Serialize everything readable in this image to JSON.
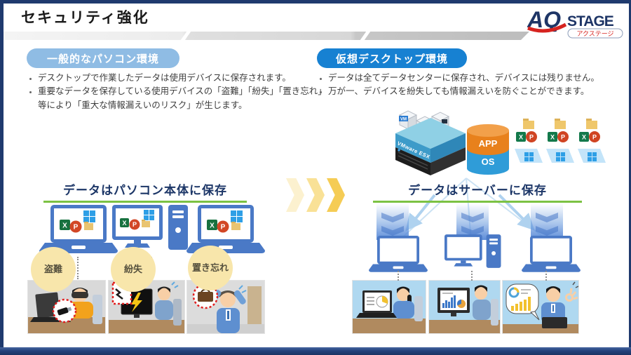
{
  "slide": {
    "title": "セキュリティ強化"
  },
  "logo": {
    "aq": "AQ",
    "stage": "STAGE",
    "subtitle": "アクステージ"
  },
  "left": {
    "badge": "一般的なパソコン環境",
    "bullets": [
      "デスクトップで作業したデータは使用デバイスに保存されます。",
      "重要なデータを保存している使用デバイスの「盗難」「紛失」「置き忘れ」等により「重大な情報漏えいのリスク」が生じます。"
    ],
    "headline": "データはパソコン本体に保存",
    "risks": [
      "盗難",
      "紛失",
      "置き忘れ"
    ]
  },
  "right": {
    "badge": "仮想デスクトップ環境",
    "bullets": [
      "データは全てデータセンターに保存され、デバイスには残りません。",
      "万が一、デバイスを紛失しても情報漏えいを防ぐことができます。"
    ],
    "headline": "データはサーバーに保存",
    "server_labels": {
      "vm": "VM",
      "platform": "VMware ESX",
      "app": "APP",
      "os": "OS"
    }
  },
  "colors": {
    "frame_navy": "#1F3A6E",
    "badge_light_blue": "#8FBCE4",
    "badge_blue": "#1781D2",
    "headline_navy": "#1C3667",
    "underline_green": "#7CC243",
    "device_blue": "#4A79C6",
    "risk_circle_yellow": "#F8E6AB",
    "flow_yellow": "#F5CC55",
    "photo_bg_gray": "#D9D9D9",
    "photo_bg_blue": "#AFD8F0",
    "app_orange": "#E8811C",
    "os_blue": "#2F9CD8",
    "logo_navy": "#1E3566",
    "logo_red": "#D6231F"
  }
}
